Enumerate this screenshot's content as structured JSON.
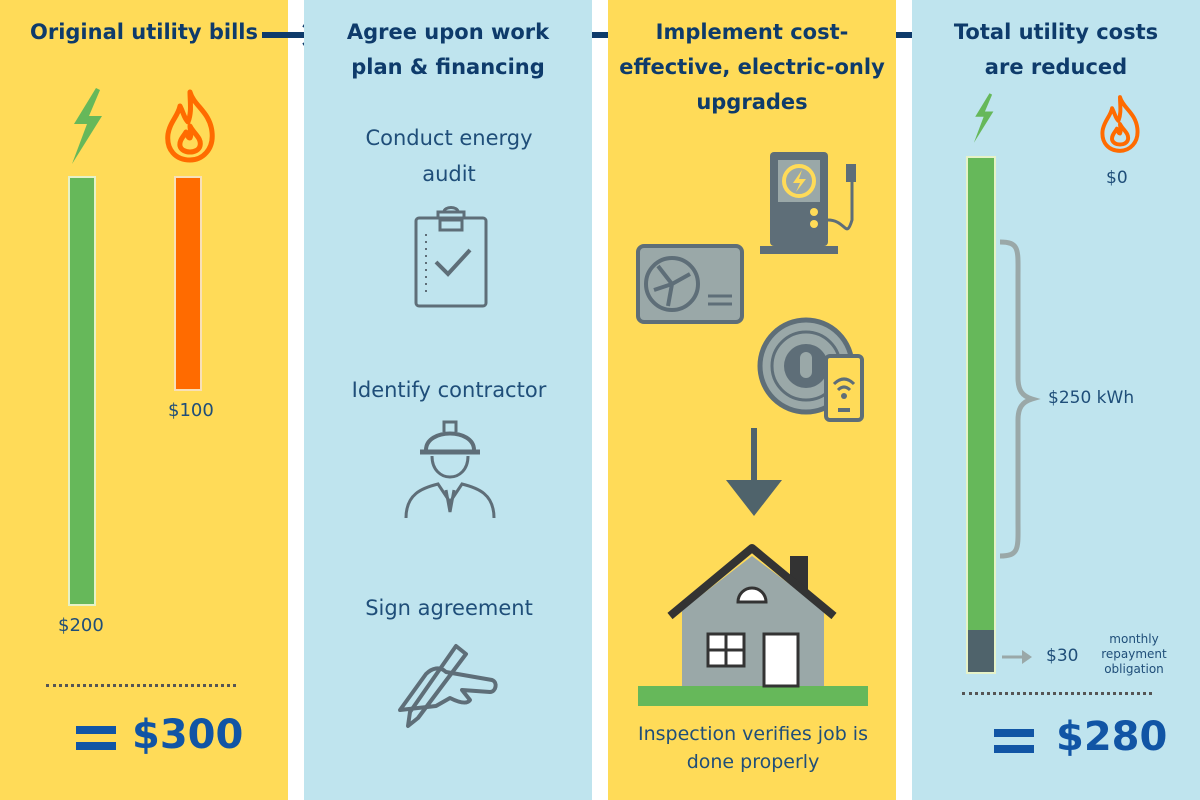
{
  "steps": [
    {
      "heading": "Original utility bills"
    },
    {
      "heading": "Agree upon work plan & financing"
    },
    {
      "heading": "Implement cost-effective, electric-only upgrades"
    },
    {
      "heading": "Total utility costs are reduced"
    }
  ],
  "original": {
    "electric_value": "$200",
    "gas_value": "$100",
    "total": "$300",
    "electric_amount": 200,
    "gas_amount": 100
  },
  "plan": {
    "audit_label": "Conduct energy audit",
    "contractor_label": "Identify contractor",
    "agreement_label": "Sign agreement"
  },
  "upgrades": {
    "inspection_label": "Inspection verifies job is done properly"
  },
  "reduced": {
    "gas_value": "$0",
    "electric_label": "$250 kWh",
    "repayment_value": "$30",
    "repayment_label": "monthly repayment obligation",
    "total": "$280",
    "electric_amount": 250,
    "repayment_amount": 30
  },
  "colors": {
    "yellow": "#FFDB58",
    "light_blue": "#BFE4EE",
    "navy": "#0E3B6B",
    "electric_green": "#66B85A",
    "gas_orange": "#FF6B00",
    "repayment_slate": "#4F636B",
    "icon_gray": "#5E6E78"
  }
}
